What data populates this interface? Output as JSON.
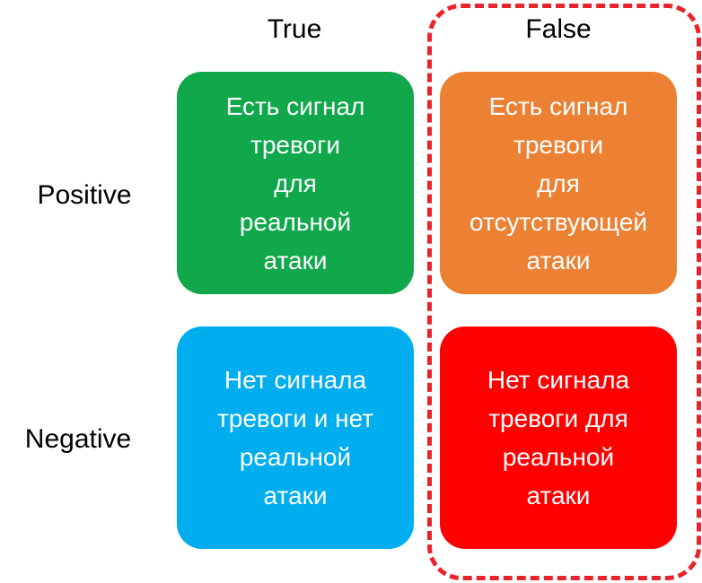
{
  "columns": {
    "true_label": "True",
    "false_label": "False"
  },
  "rows": {
    "positive_label": "Positive",
    "negative_label": "Negative"
  },
  "cells": {
    "true_positive": {
      "text": "Есть сигнал\nтревоги\nдля\nреальной\nатаки",
      "color": "#11A84C"
    },
    "false_positive": {
      "text": "Есть сигнал\nтревоги\nдля\nотсутствующей\nатаки",
      "color": "#EC8033"
    },
    "true_negative": {
      "text": "Нет сигнала\nтревоги и нет\nреальной\nатаки",
      "color": "#00AEEF"
    },
    "false_negative": {
      "text": "Нет сигнала\nтревоги для\nреальной\nатаки",
      "color": "#FF0000"
    }
  },
  "highlight": {
    "color": "#E8232A"
  }
}
